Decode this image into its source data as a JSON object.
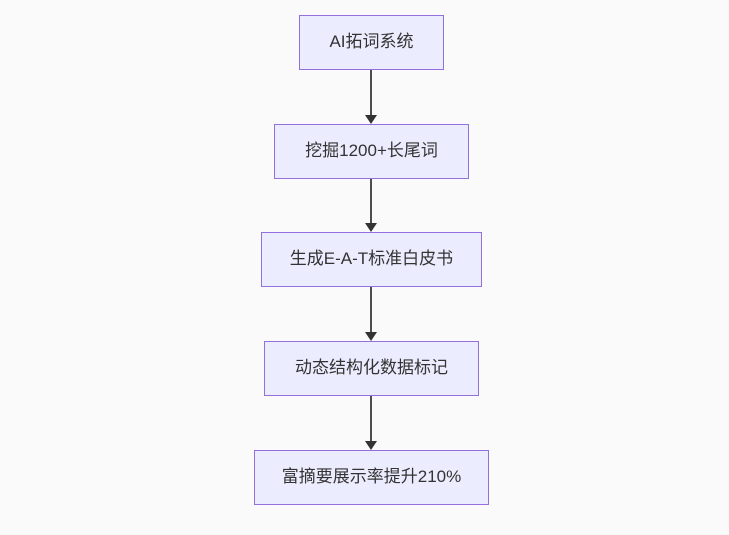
{
  "diagram": {
    "type": "flowchart",
    "direction": "top-down",
    "nodes": [
      {
        "id": "n1",
        "label": "AI拓词系统"
      },
      {
        "id": "n2",
        "label": "挖掘1200+长尾词"
      },
      {
        "id": "n3",
        "label": "生成E-A-T标准白皮书"
      },
      {
        "id": "n4",
        "label": "动态结构化数据标记"
      },
      {
        "id": "n5",
        "label": "富摘要展示率提升210%"
      }
    ],
    "edges": [
      {
        "from": "n1",
        "to": "n2"
      },
      {
        "from": "n2",
        "to": "n3"
      },
      {
        "from": "n3",
        "to": "n4"
      },
      {
        "from": "n4",
        "to": "n5"
      }
    ],
    "colors": {
      "background": "#fafafa",
      "node_fill": "#ececff",
      "node_border": "#9370db",
      "edge_line": "#4d4d4d",
      "arrowhead": "#333333",
      "text": "#333333"
    }
  }
}
